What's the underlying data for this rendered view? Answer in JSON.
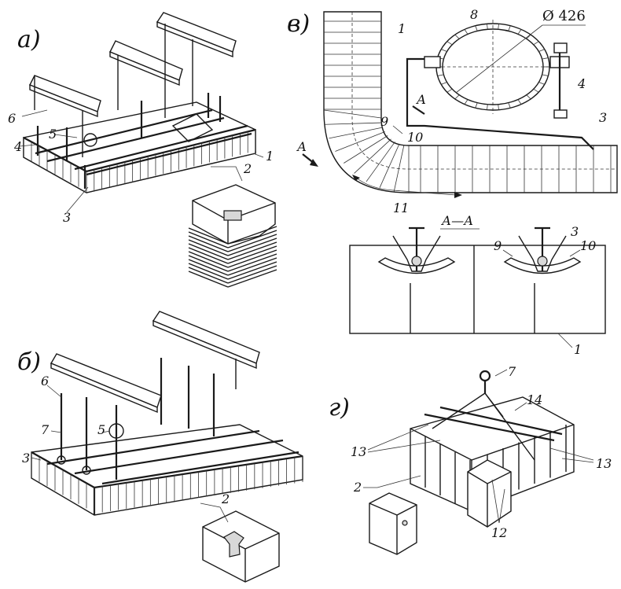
{
  "panels": {
    "a": {
      "label": "а)"
    },
    "b": {
      "label": "б)"
    },
    "v": {
      "label": "в)"
    },
    "g": {
      "label": "г)"
    }
  },
  "diameter_callout": "Ø 426",
  "section_title": "А—А",
  "section_marker": "А",
  "numbers": {
    "n1": "1",
    "n2": "2",
    "n3": "3",
    "n4": "4",
    "n5": "5",
    "n6": "6",
    "n7": "7",
    "n8": "8",
    "n9": "9",
    "n10": "10",
    "n11": "11",
    "n12": "12",
    "n13": "13",
    "n14": "14"
  }
}
